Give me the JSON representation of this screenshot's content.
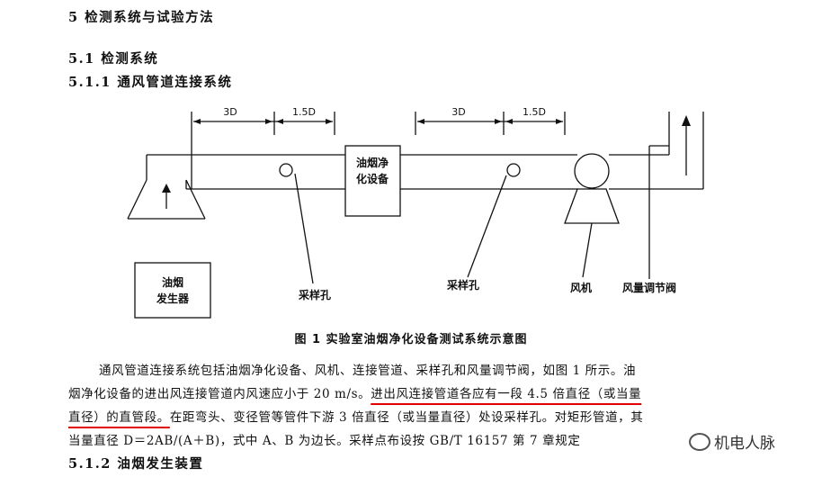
{
  "headings": {
    "h5": "5  检测系统与试验方法",
    "h51": "5.1  检测系统",
    "h511": "5.1.1  通风管道连接系统",
    "h512": "5.1.2  油烟发生装置"
  },
  "figure": {
    "dim_3d_left": "3D",
    "dim_15d_left": "1.5D",
    "dim_3d_right": "3D",
    "dim_15d_right": "1.5D",
    "purifier_line1": "油烟净",
    "purifier_line2": "化设备",
    "generator_line1": "油烟",
    "generator_line2": "发生器",
    "sampling_hole_left": "采样孔",
    "sampling_hole_right": "采样孔",
    "fan": "风机",
    "damper": "风量调节阀",
    "caption": "图 1    实验室油烟净化设备测试系统示意图"
  },
  "paragraph": {
    "l1": "通风管道连接系统包括油烟净化设备、风机、连接管道、采样孔和风量调节阀，如图 1 所示。油",
    "l2a": "烟净化设备的进出风连接管道内风速应小于 20 m/s。",
    "l2b": "进出风连接管道各应有一段 4.5 倍直径（或当量",
    "l3a": "直径）的直管段。",
    "l3b": "在距弯头、变径管等管件下游 3 倍直径（或当量直径）处设采样孔。对矩形管道，其",
    "l4": "当量直径 D＝2AB/(A＋B)，式中 A、B 为边长。采样点布设按 GB/T 16157 第 7 章规定"
  },
  "watermark": "机电人脉"
}
